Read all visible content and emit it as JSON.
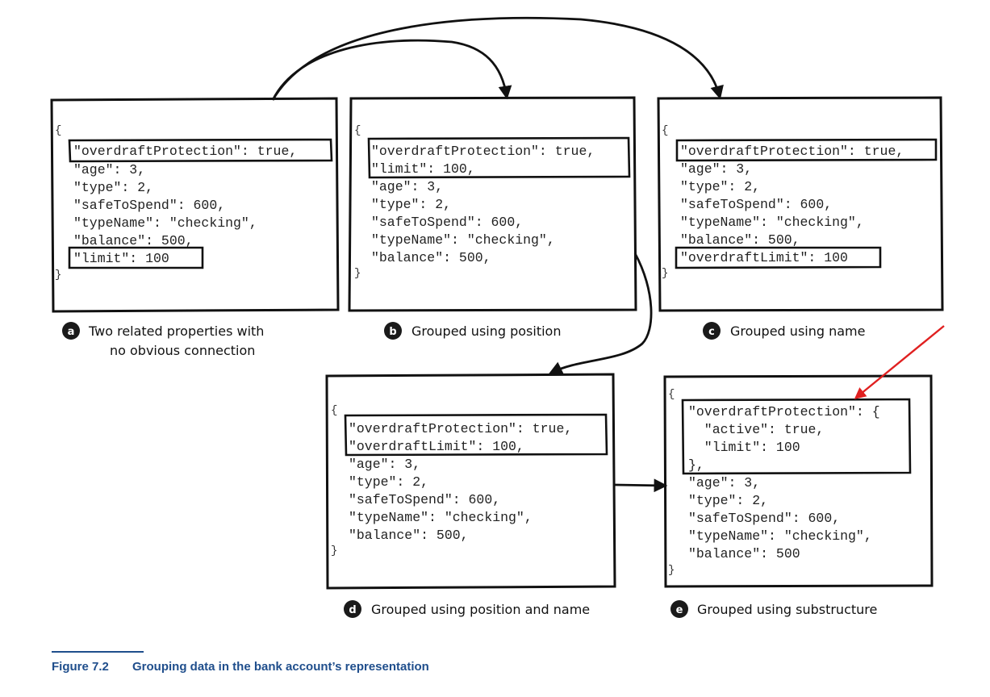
{
  "panels": {
    "a": {
      "badge": "a",
      "caption_lines": [
        "Two related properties with",
        "no obvious connection"
      ],
      "open_brace": "{",
      "close_brace": "}",
      "lines": [
        "\"overdraftProtection\": true,",
        "\"age\": 3,",
        "\"type\": 2,",
        "\"safeToSpend\": 600,",
        "\"typeName\": \"checking\",",
        "\"balance\": 500,",
        "\"limit\": 100"
      ]
    },
    "b": {
      "badge": "b",
      "caption_lines": [
        "Grouped using position"
      ],
      "open_brace": "{",
      "close_brace": "}",
      "lines": [
        "\"overdraftProtection\": true,",
        "\"limit\": 100,",
        "\"age\": 3,",
        "\"type\": 2,",
        "\"safeToSpend\": 600,",
        "\"typeName\": \"checking\",",
        "\"balance\": 500,"
      ]
    },
    "c": {
      "badge": "c",
      "caption_lines": [
        "Grouped using name"
      ],
      "open_brace": "{",
      "close_brace": "}",
      "lines": [
        "\"overdraftProtection\": true,",
        "\"age\": 3,",
        "\"type\": 2,",
        "\"safeToSpend\": 600,",
        "\"typeName\": \"checking\",",
        "\"balance\": 500,",
        "\"overdraftLimit\": 100"
      ]
    },
    "d": {
      "badge": "d",
      "caption_lines": [
        "Grouped using position and name"
      ],
      "open_brace": "{",
      "close_brace": "}",
      "lines": [
        "\"overdraftProtection\": true,",
        "\"overdraftLimit\": 100,",
        "\"age\": 3,",
        "\"type\": 2,",
        "\"safeToSpend\": 600,",
        "\"typeName\": \"checking\",",
        "\"balance\": 500,"
      ]
    },
    "e": {
      "badge": "e",
      "caption_lines": [
        "Grouped using substructure"
      ],
      "open_brace": "{",
      "close_brace": "}",
      "lines": [
        "\"overdraftProtection\": {",
        "  \"active\": true,",
        "  \"limit\": 100",
        "},",
        "\"age\": 3,",
        "\"type\": 2,",
        "\"safeToSpend\": 600,",
        "\"typeName\": \"checking\",",
        "\"balance\": 500"
      ]
    }
  },
  "figure_caption": {
    "number": "Figure 7.2",
    "text": "Grouping data in the bank account’s representation"
  },
  "colors": {
    "ink": "#111111",
    "badge_fill": "#1a1a1a",
    "annotation_arrow": "#e02020",
    "figure_caption": "#1f4e8c"
  }
}
